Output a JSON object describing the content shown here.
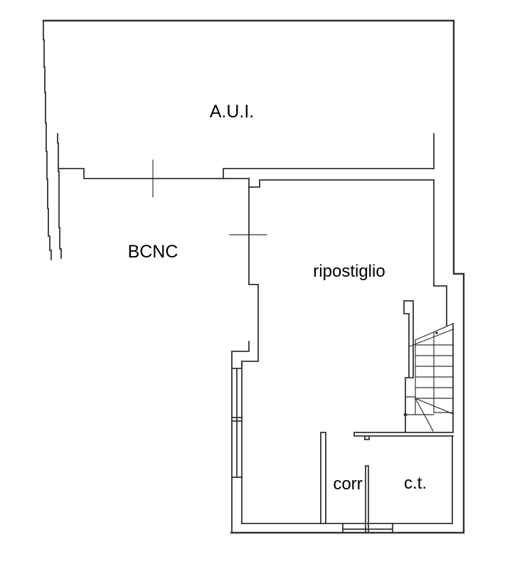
{
  "document": {
    "type": "floor-plan-drawing",
    "background": "#ffffff"
  },
  "labels": {
    "aui": "A.U.I.",
    "bcnc": "BCNC",
    "ripostiglio": "ripostiglio",
    "corr": "corr",
    "ct": "c.t."
  },
  "colors": {
    "line": "#333333",
    "text": "#000000",
    "background": "#ffffff"
  }
}
